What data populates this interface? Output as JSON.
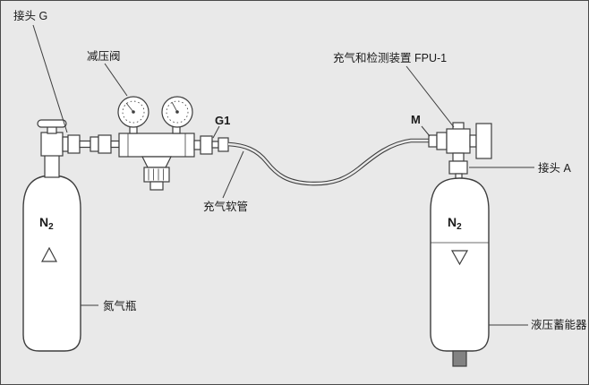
{
  "diagram": {
    "labels": {
      "connector_g": "接头 G",
      "regulator": "减压阀",
      "fpu_device": "充气和检测装置 FPU-1",
      "g1": "G1",
      "m": "M",
      "connector_a": "接头 A",
      "hose": "充气软管",
      "nitrogen_bottle": "氮气瓶",
      "accumulator": "液压蓄能器",
      "gas_symbol": "N",
      "gas_symbol_sub": "2"
    },
    "colors": {
      "background": "#e9e9e9",
      "line": "#3d3d3d",
      "text": "#1a1a1a",
      "component_fill": "#ffffff",
      "port_fill": "#828282"
    }
  }
}
